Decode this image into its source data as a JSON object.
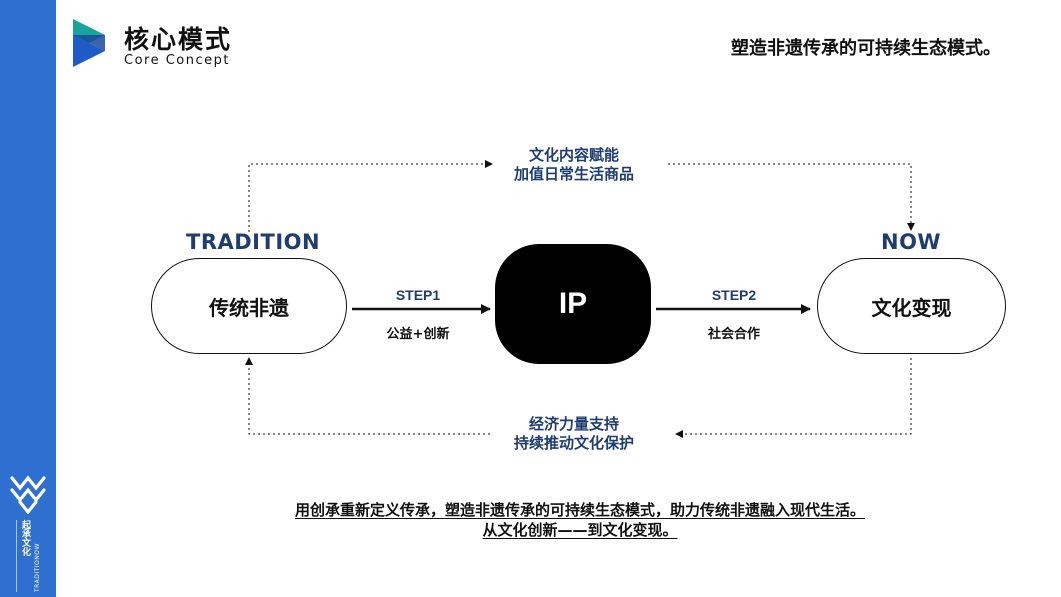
{
  "header": {
    "title": "核心模式",
    "subtitle": "Core Concept",
    "tagline": "塑造非遗传承的可持续生态模式。"
  },
  "sidebar": {
    "brand_cn": "起承文化",
    "brand_en": "TRADITIONOW"
  },
  "diagram": {
    "left_label": "TRADITION",
    "left_node": "传统非遗",
    "center_node": "IP",
    "right_label": "NOW",
    "right_node": "文化变现",
    "step1": {
      "label": "STEP1",
      "sub": "公益+创新"
    },
    "step2": {
      "label": "STEP2",
      "sub": "社会合作"
    },
    "top_flow": {
      "line1": "文化内容赋能",
      "line2": "加值日常生活商品"
    },
    "bottom_flow": {
      "line1": "经济力量支持",
      "line2": "持续推动文化保护"
    }
  },
  "footer": {
    "line1": "用创承重新定义传承，塑造非遗传承的可持续生态模式，助力传统非遗融入现代生活。",
    "line2": "从文化创新——到文化变现。"
  },
  "colors": {
    "sidebar": "#2f6fd0",
    "accent_navy": "#1f3d70",
    "logo_blue": "#1e5bc6",
    "logo_teal": "#1aa39a"
  }
}
